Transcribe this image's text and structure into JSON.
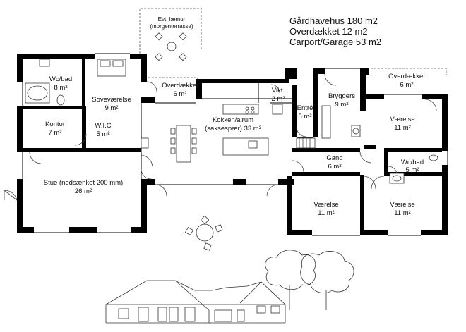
{
  "summary": {
    "house": "Gårdhavehus 180 m2",
    "covered": "Overdækket 12 m2",
    "carport": "Carport/Garage 53 m2"
  },
  "rooms": {
    "wc_bad_1": {
      "name": "Wc/bad",
      "area": "8 m²"
    },
    "sovevaerelse": {
      "name": "Soveværelse",
      "area": "9 m²"
    },
    "overdaekket_1": {
      "name": "Overdækket",
      "area": "6 m²"
    },
    "vikt": {
      "name": "Vikt.",
      "area": "2 m²"
    },
    "entre": {
      "name": "Entré",
      "area": "5 m²"
    },
    "bryggers": {
      "name": "Bryggers",
      "area": "9 m²"
    },
    "overdaekket_2": {
      "name": "Overdækket",
      "area": "6 m²"
    },
    "kontor": {
      "name": "Kontor",
      "area": "7 m²"
    },
    "wic": {
      "name": "W.I.C",
      "area": "5 m²"
    },
    "kokken": {
      "name": "Kokken/alrum",
      "sub": "(saksespær) 33 m²"
    },
    "vaerelse_1": {
      "name": "Værelse",
      "area": "11 m²"
    },
    "gang": {
      "name": "Gang",
      "area": "6 m²"
    },
    "wc_bad_2": {
      "name": "Wc/bad",
      "area": "5 m²"
    },
    "stue": {
      "name": "Stue (nedsænket 200 mm)",
      "area": "26 m²"
    },
    "vaerelse_2": {
      "name": "Værelse",
      "area": "11 m²"
    },
    "vaerelse_3": {
      "name": "Værelse",
      "area": "11 m²"
    }
  },
  "terrace": {
    "line1": "Evt. læmur",
    "line2": "(morgenterrasse)"
  }
}
